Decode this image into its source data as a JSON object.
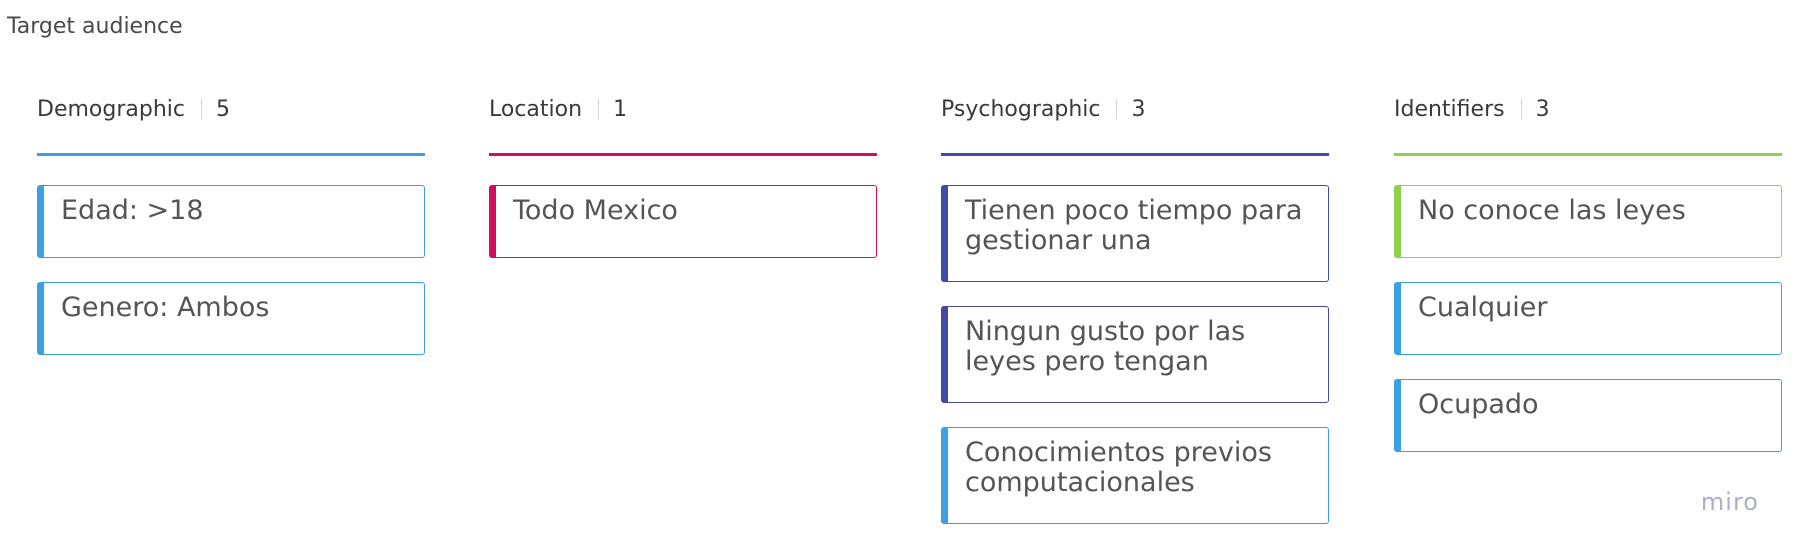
{
  "board_title": "Target audience",
  "columns": [
    {
      "label": "Demographic",
      "count": "5",
      "color": "#3d9fe6",
      "cards": [
        {
          "text": "Edad: >18",
          "color": "#3d9fe6"
        },
        {
          "text": "Genero: Ambos",
          "color": "#3d9fe6"
        }
      ]
    },
    {
      "label": "Location",
      "count": "1",
      "color": "#d10f62",
      "cards": [
        {
          "text": "Todo Mexico",
          "color": "#d10f62"
        }
      ]
    },
    {
      "label": "Psychographic",
      "count": "3",
      "color": "#4249a6",
      "cards": [
        {
          "text": "Tienen poco tiempo para gestionar una",
          "color": "#4249a6"
        },
        {
          "text": "Ningun gusto por las leyes pero tengan",
          "color": "#4249a6"
        },
        {
          "text": "Conocimientos previos computacionales",
          "color": "#3d9fe6"
        }
      ]
    },
    {
      "label": "Identifiers",
      "count": "3",
      "color": "#8fd14f",
      "cards": [
        {
          "text": "No conoce las leyes",
          "color": "#8fd14f"
        },
        {
          "text": "Cualquier",
          "color": "#3d9fe6"
        },
        {
          "text": "Ocupado",
          "color": "#3d9fe6"
        }
      ]
    }
  ],
  "watermark": "miro"
}
